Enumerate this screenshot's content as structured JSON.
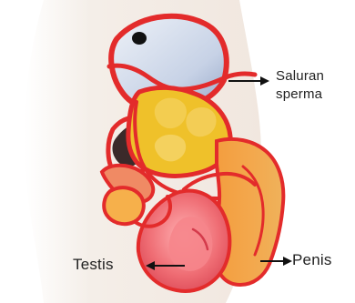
{
  "labels": {
    "sperm_duct_line1": "Saluran",
    "sperm_duct_line2": "sperma",
    "testis": "Testis",
    "penis": "Penis"
  },
  "colors": {
    "body_skin": "#efe7dd",
    "bladder": "#c9d3e6",
    "outline_red": "#e32b2b",
    "gland_yellow": "#efc12a",
    "tissue_orange": "#f3a24a",
    "testis_pink": "#ef6a73",
    "dark_rectum": "#3b2a2a"
  }
}
